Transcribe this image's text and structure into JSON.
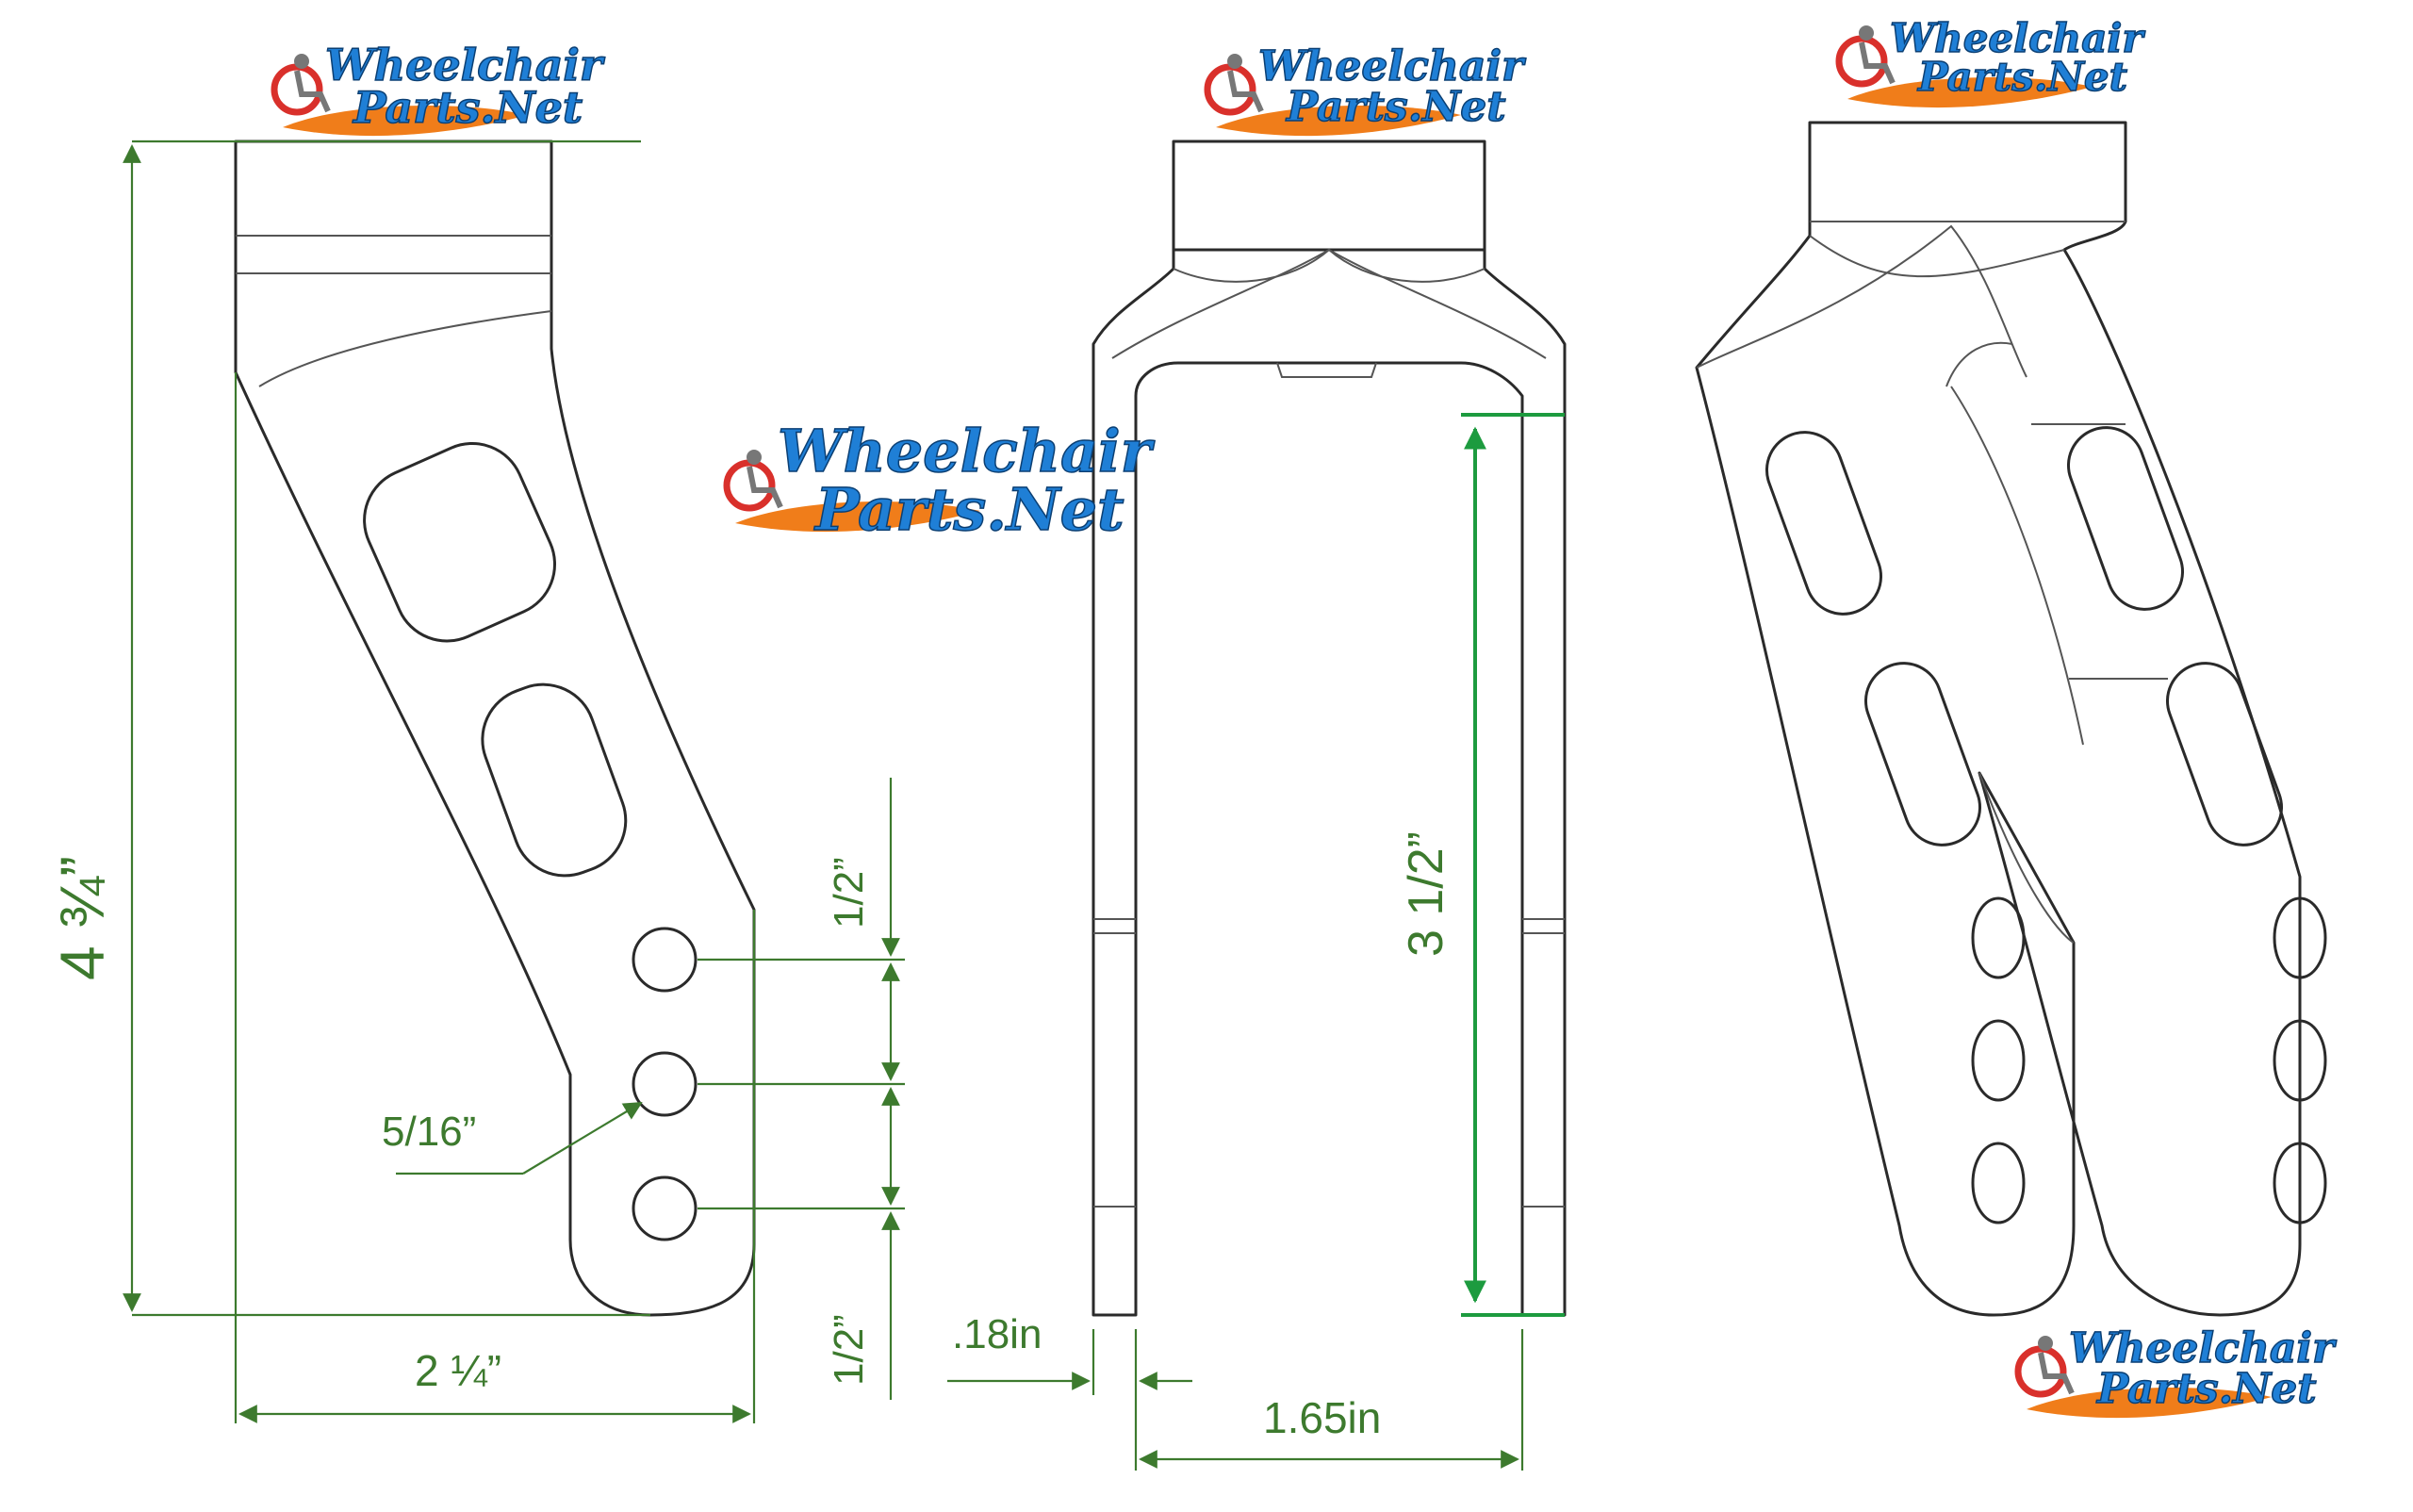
{
  "watermark": {
    "line1": "Wheelchair",
    "line2": "Parts.Net",
    "icon": "wheelchair-icon",
    "colors": {
      "text": "#1f7fd6",
      "swoosh": "#f07d1a",
      "icon_red": "#d9302b"
    }
  },
  "dimensions": {
    "overall_height": "4 ¾”",
    "base_width": "2 ¼”",
    "hole_diameter": "5/16”",
    "hole_spacing": "1/2”",
    "bottom_offset": "1/2”",
    "leg_thickness": ".18in",
    "inner_width": "1.65in",
    "inner_height": "3 1/2”"
  },
  "colors": {
    "dimension_line": "#3d7a2e",
    "highlight_dimension": "#1d9b3f",
    "outline": "#2a2a2a"
  }
}
